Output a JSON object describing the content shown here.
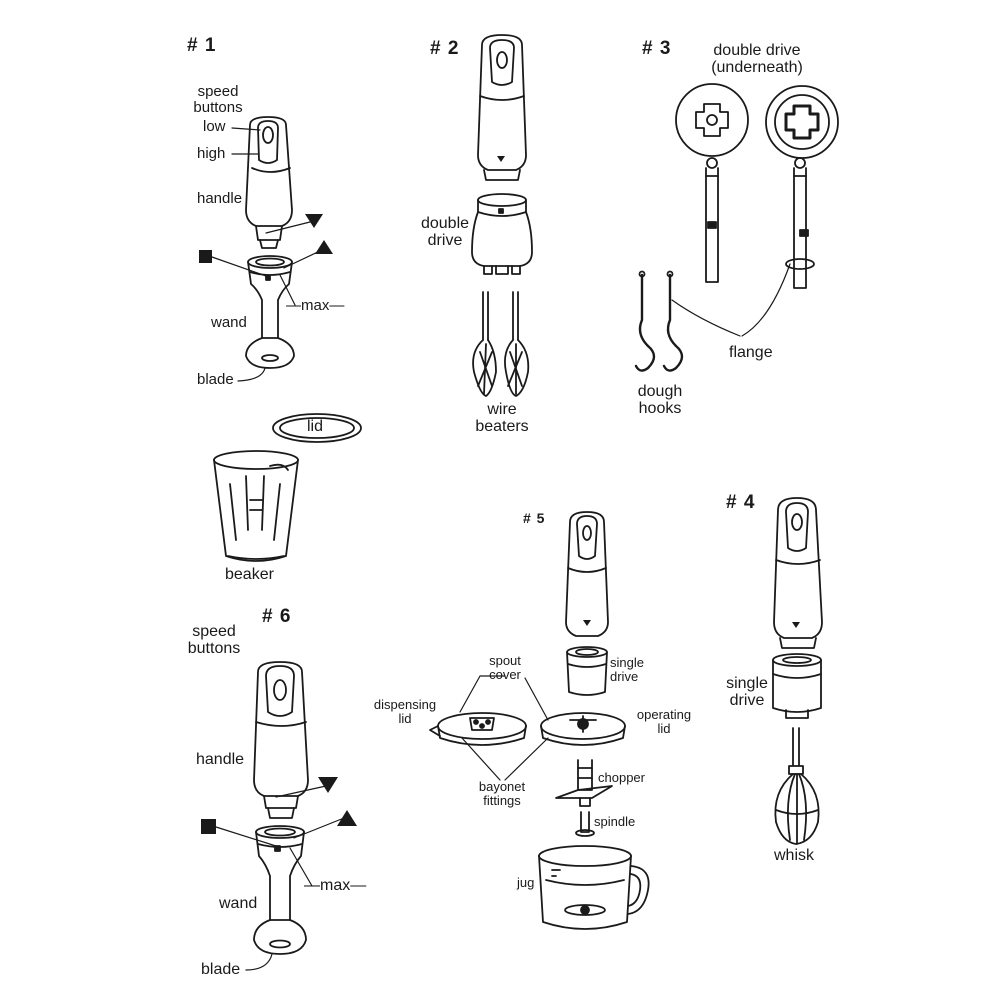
{
  "sections": {
    "s1": {
      "number": "# 1",
      "speed_buttons": [
        "speed",
        "buttons"
      ],
      "low": "low",
      "high": "high",
      "handle": "handle",
      "max": "max",
      "wand": "wand",
      "blade": "blade"
    },
    "s2": {
      "number": "# 2",
      "double_drive": [
        "double",
        "drive"
      ],
      "wire_beaters": [
        "wire",
        "beaters"
      ]
    },
    "s3": {
      "number": "# 3",
      "double_drive_under": [
        "double drive",
        "(underneath)"
      ],
      "flange": "flange",
      "dough_hooks": [
        "dough",
        "hooks"
      ]
    },
    "accessories": {
      "lid": "lid",
      "beaker": "beaker"
    },
    "s4": {
      "number": "# 4",
      "single_drive": [
        "single",
        "drive"
      ],
      "whisk": "whisk"
    },
    "s5": {
      "number": "# 5",
      "spout_cover": [
        "spout",
        "cover"
      ],
      "single_drive": [
        "single",
        "drive"
      ],
      "dispensing_lid": [
        "dispensing",
        "lid"
      ],
      "operating_lid": [
        "operating",
        "lid"
      ],
      "bayonet_fittings": [
        "bayonet",
        "fittings"
      ],
      "chopper": "chopper",
      "spindle": "spindle",
      "jug": "jug"
    },
    "s6": {
      "number": "# 6",
      "speed_buttons": [
        "speed",
        "buttons"
      ],
      "handle": "handle",
      "max": "max",
      "wand": "wand",
      "blade": "blade"
    }
  }
}
